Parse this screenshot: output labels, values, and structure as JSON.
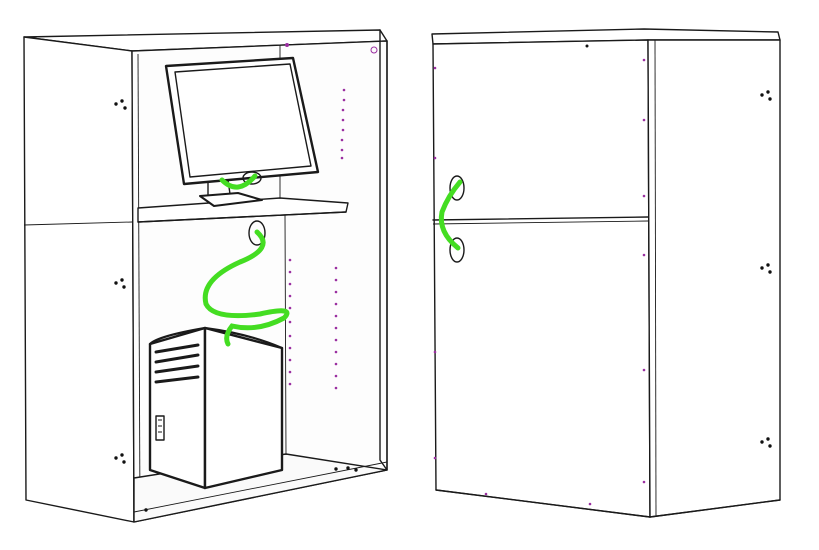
{
  "colors": {
    "outline": "#1a1a1a",
    "cable": "#44dd22",
    "peg_holes": "#9a2fa0",
    "background": "#ffffff"
  },
  "views": [
    {
      "name": "open-front-view",
      "items": [
        "cabinet",
        "shelf",
        "monitor",
        "desktop-tower",
        "cable"
      ]
    },
    {
      "name": "closed-doors-view",
      "items": [
        "cabinet",
        "door-upper",
        "door-lower",
        "cable"
      ]
    }
  ]
}
